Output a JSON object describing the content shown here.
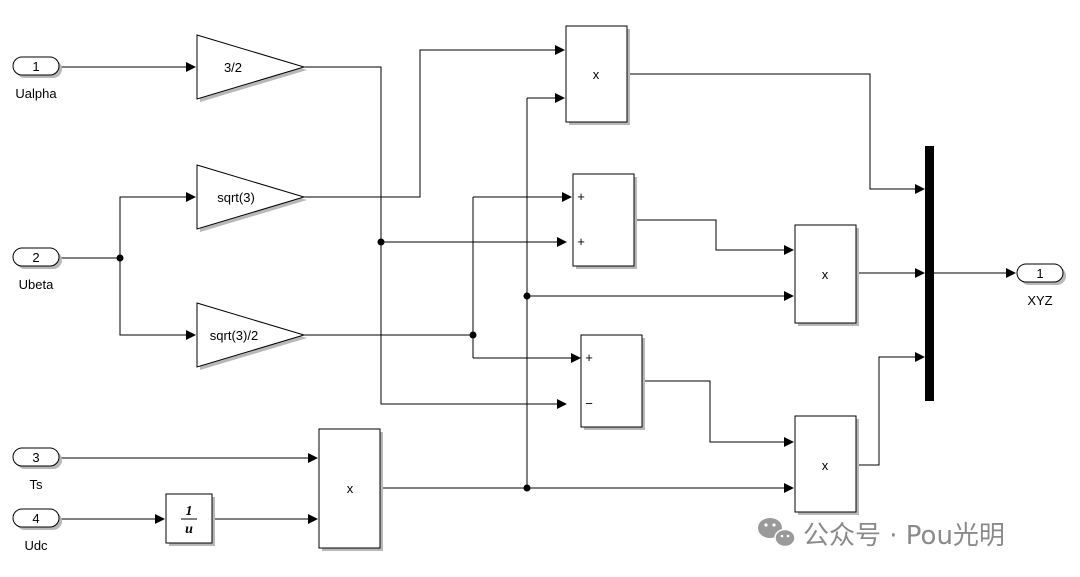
{
  "inports": [
    {
      "id": "ualpha",
      "number": "1",
      "label": "Ualpha"
    },
    {
      "id": "ubeta",
      "number": "2",
      "label": "Ubeta"
    },
    {
      "id": "ts",
      "number": "3",
      "label": "Ts"
    },
    {
      "id": "udc",
      "number": "4",
      "label": "Udc"
    }
  ],
  "outport": {
    "number": "1",
    "label": "XYZ"
  },
  "gains": {
    "g1": "3/2",
    "g2": "sqrt(3)",
    "g3": "sqrt(3)/2"
  },
  "products": {
    "p1": "x",
    "p2": "x",
    "p3": "x",
    "p4": "x"
  },
  "sum1": {
    "in1": "+",
    "in2": "+"
  },
  "sum2": {
    "in1": "+",
    "in2": "−"
  },
  "reciprocal": {
    "numerator": "1",
    "denominator": "u"
  },
  "watermark": {
    "text": "公众号 · Pou光明",
    "icon": "wechat-icon"
  }
}
